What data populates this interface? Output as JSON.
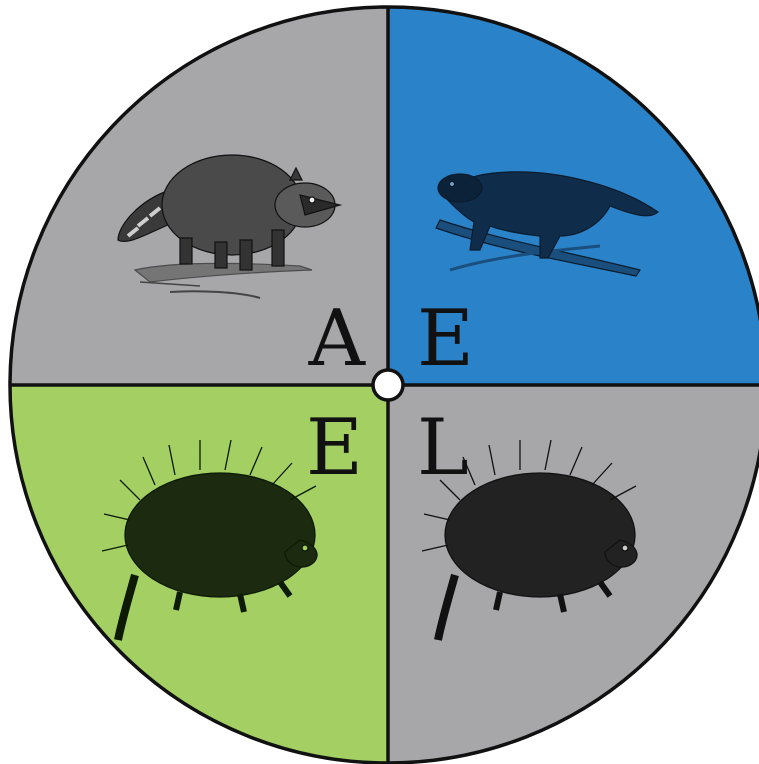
{
  "colors": {
    "top_left": "#a7a7aa",
    "top_right": "#2a83c9",
    "bottom_left": "#a3cf63",
    "bottom_right": "#a7a7aa",
    "outline": "#111111",
    "center": "#ffffff"
  },
  "quadrants": {
    "top_left": {
      "letter": "A",
      "animal_icon": "raccoon-icon"
    },
    "top_right": {
      "letter": "E",
      "animal_icon": "fisher-icon"
    },
    "bottom_left": {
      "letter": "E",
      "animal_icon": "porcupine-icon"
    },
    "bottom_right": {
      "letter": "L",
      "animal_icon": "porcupine-icon"
    }
  }
}
